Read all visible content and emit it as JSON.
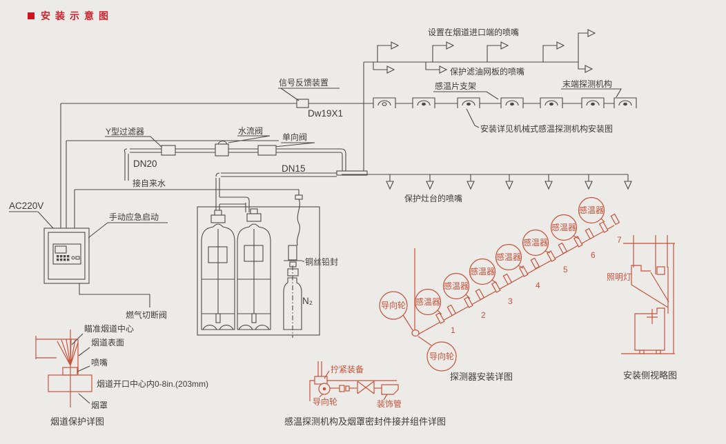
{
  "colors": {
    "background": "#edebe8",
    "line": "#4a4a4a",
    "orange": "#c6523a",
    "title_red": "#cd2430"
  },
  "header": {
    "title": "安装示意图"
  },
  "pipe_network": {
    "inlet_nozzles_label": "设置在烟道进口端的喷嘴",
    "filter_plate_nozzles_label": "保护滤油网板的喷嘴",
    "sensor_bracket_label": "感温片支架",
    "end_detector_label": "末端探测机构",
    "signal_feedback_label": "信号反馈装置",
    "pipe_code": "Dw19X1",
    "install_note": "安装详见机械式感温探测机构安装图",
    "stove_nozzles_label": "保护灶台的喷嘴"
  },
  "water_line": {
    "y_filter_label": "Y型过滤器",
    "water_flow_valve_label": "水流阀",
    "check_valve_label": "单向阀",
    "dn20": "DN20",
    "dn15": "DN15",
    "tap_water_label": "接自来水"
  },
  "cabinet": {
    "copper_seal_label": "铜丝铅封",
    "n2_label": "N₂"
  },
  "control_panel": {
    "power_label": "AC220V",
    "manual_start_label": "手动应急启动",
    "gas_shutoff_label": "燃气切断阀"
  },
  "duct_detail": {
    "aim_label": "瞄准烟道中心",
    "surface_label": "烟道表面",
    "nozzle_label": "喷嘴",
    "opening_label": "烟道开口中心内0-8in.(203mm)",
    "hood_label": "烟罩",
    "caption": "烟道保护详图"
  },
  "detector_diagram": {
    "sensors": [
      {
        "num": "1",
        "label": "感温器"
      },
      {
        "num": "2",
        "label": "感温器"
      },
      {
        "num": "3",
        "label": "感温器"
      },
      {
        "num": "4",
        "label": "感温器"
      },
      {
        "num": "5",
        "label": "感温器"
      },
      {
        "num": "6",
        "label": "感温器"
      },
      {
        "num": "7",
        "label": "感温器"
      }
    ],
    "guide_wheel_top": "导向轮",
    "guide_wheel_bottom": "导向轮",
    "caption": "探测器安装详图"
  },
  "side_view": {
    "lamp_label": "照明灯",
    "caption": "安装侧视略图"
  },
  "assembly_detail": {
    "tighten_label": "拧紧装备",
    "guide_wheel_label": "导向轮",
    "deco_pipe_label": "装饰管",
    "caption": "感温探测机构及烟罩密封件接并组件详图"
  }
}
